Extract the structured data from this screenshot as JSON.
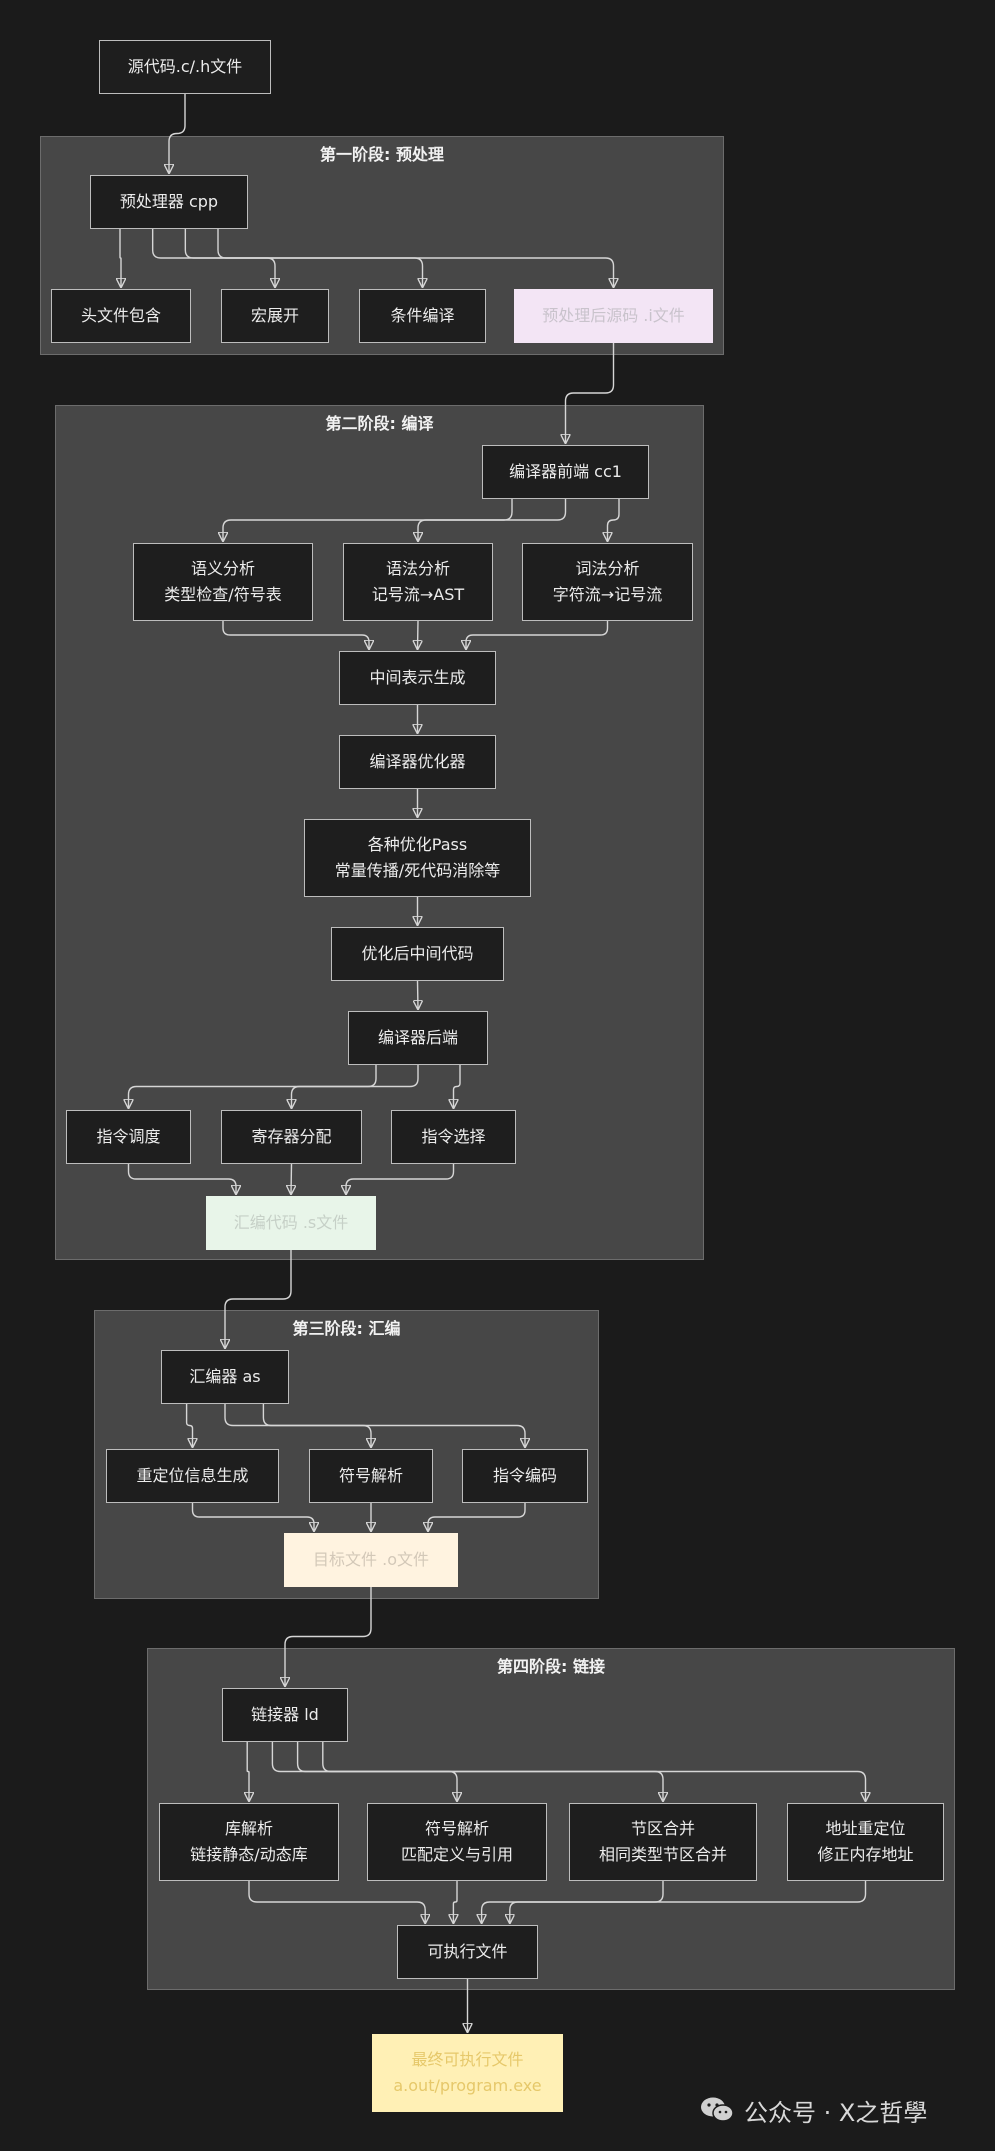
{
  "lanes": [
    {
      "id": "l1",
      "title": "第一阶段: 预处理"
    },
    {
      "id": "l2",
      "title": "第二阶段: 编译"
    },
    {
      "id": "l3",
      "title": "第三阶段: 汇编"
    },
    {
      "id": "l4",
      "title": "第四阶段: 链接"
    }
  ],
  "nodes": [
    {
      "id": "src",
      "lines": [
        "源代码.c/.h文件"
      ]
    },
    {
      "id": "cpp",
      "lines": [
        "预处理器 cpp"
      ]
    },
    {
      "id": "inc",
      "lines": [
        "头文件包含"
      ]
    },
    {
      "id": "macro",
      "lines": [
        "宏展开"
      ]
    },
    {
      "id": "cond",
      "lines": [
        "条件编译"
      ]
    },
    {
      "id": "ifile",
      "lines": [
        "预处理后源码 .i文件"
      ],
      "style": "hl-pink"
    },
    {
      "id": "cc1",
      "lines": [
        "编译器前端 cc1"
      ]
    },
    {
      "id": "sem",
      "lines": [
        "语义分析",
        "类型检查/符号表"
      ]
    },
    {
      "id": "syn",
      "lines": [
        "语法分析",
        "记号流→AST"
      ]
    },
    {
      "id": "lex",
      "lines": [
        "词法分析",
        "字符流→记号流"
      ]
    },
    {
      "id": "ir",
      "lines": [
        "中间表示生成"
      ]
    },
    {
      "id": "opt",
      "lines": [
        "编译器优化器"
      ]
    },
    {
      "id": "pass",
      "lines": [
        "各种优化Pass",
        "常量传播/死代码消除等"
      ]
    },
    {
      "id": "optir",
      "lines": [
        "优化后中间代码"
      ]
    },
    {
      "id": "backend",
      "lines": [
        "编译器后端"
      ]
    },
    {
      "id": "sched",
      "lines": [
        "指令调度"
      ]
    },
    {
      "id": "regalloc",
      "lines": [
        "寄存器分配"
      ]
    },
    {
      "id": "isel",
      "lines": [
        "指令选择"
      ]
    },
    {
      "id": "sfile",
      "lines": [
        "汇编代码 .s文件"
      ],
      "style": "hl-green"
    },
    {
      "id": "as",
      "lines": [
        "汇编器 as"
      ]
    },
    {
      "id": "reloc",
      "lines": [
        "重定位信息生成"
      ]
    },
    {
      "id": "symres",
      "lines": [
        "符号解析"
      ]
    },
    {
      "id": "enc",
      "lines": [
        "指令编码"
      ]
    },
    {
      "id": "ofile",
      "lines": [
        "目标文件 .o文件"
      ],
      "style": "hl-cream"
    },
    {
      "id": "ld",
      "lines": [
        "链接器 ld"
      ]
    },
    {
      "id": "lib",
      "lines": [
        "库解析",
        "链接静态/动态库"
      ]
    },
    {
      "id": "sym2",
      "lines": [
        "符号解析",
        "匹配定义与引用"
      ]
    },
    {
      "id": "sect",
      "lines": [
        "节区合并",
        "相同类型节区合并"
      ]
    },
    {
      "id": "addr",
      "lines": [
        "地址重定位",
        "修正内存地址"
      ]
    },
    {
      "id": "exe",
      "lines": [
        "可执行文件"
      ]
    },
    {
      "id": "final",
      "lines": [
        "最终可执行文件",
        "a.out/program.exe"
      ],
      "style": "hl-yellow"
    }
  ],
  "edges": [
    [
      "src",
      "cpp"
    ],
    [
      "cpp",
      "inc"
    ],
    [
      "cpp",
      "macro"
    ],
    [
      "cpp",
      "cond"
    ],
    [
      "cpp",
      "ifile"
    ],
    [
      "ifile",
      "cc1"
    ],
    [
      "cc1",
      "sem"
    ],
    [
      "cc1",
      "syn"
    ],
    [
      "cc1",
      "lex"
    ],
    [
      "sem",
      "ir"
    ],
    [
      "syn",
      "ir"
    ],
    [
      "lex",
      "ir"
    ],
    [
      "ir",
      "opt"
    ],
    [
      "opt",
      "pass"
    ],
    [
      "pass",
      "optir"
    ],
    [
      "optir",
      "backend"
    ],
    [
      "backend",
      "sched"
    ],
    [
      "backend",
      "regalloc"
    ],
    [
      "backend",
      "isel"
    ],
    [
      "sched",
      "sfile"
    ],
    [
      "regalloc",
      "sfile"
    ],
    [
      "isel",
      "sfile"
    ],
    [
      "sfile",
      "as"
    ],
    [
      "as",
      "reloc"
    ],
    [
      "as",
      "symres"
    ],
    [
      "as",
      "enc"
    ],
    [
      "reloc",
      "ofile"
    ],
    [
      "symres",
      "ofile"
    ],
    [
      "enc",
      "ofile"
    ],
    [
      "ofile",
      "ld"
    ],
    [
      "ld",
      "lib"
    ],
    [
      "ld",
      "sym2"
    ],
    [
      "ld",
      "sect"
    ],
    [
      "ld",
      "addr"
    ],
    [
      "lib",
      "exe"
    ],
    [
      "sym2",
      "exe"
    ],
    [
      "sect",
      "exe"
    ],
    [
      "addr",
      "exe"
    ],
    [
      "exe",
      "final"
    ]
  ],
  "watermark": {
    "icon": "wechat-icon",
    "text": "公众号 · X之哲學"
  }
}
